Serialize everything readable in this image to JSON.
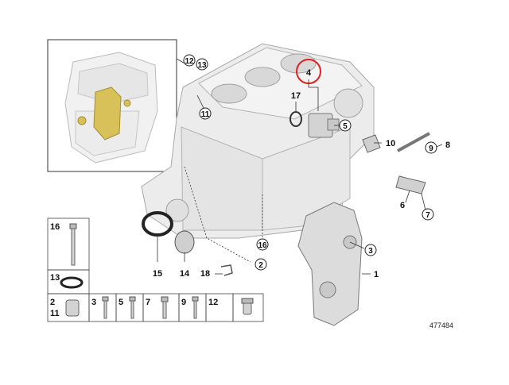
{
  "callouts": {
    "c1": "1",
    "c2": "2",
    "c3": "3",
    "c4": "4",
    "c5": "5",
    "c6": "6",
    "c7": "7",
    "c8": "8",
    "c9": "9",
    "c10": "10",
    "c11": "11",
    "c12": "12",
    "c13": "13",
    "c14": "14",
    "c15": "15",
    "c16": "16",
    "c17": "17",
    "c18": "18",
    "c16b": "16"
  },
  "legend": {
    "l16": "16",
    "l13": "13",
    "l2": "2",
    "l11": "11",
    "l3": "3",
    "l5": "5",
    "l7": "7",
    "l9": "9",
    "l12": "12"
  },
  "reference_number": "477484",
  "colors": {
    "part_fill": "#e9e9e9",
    "part_stroke": "#9a9a9a",
    "highlight": "#e02020",
    "yellow": "#d9c15a"
  }
}
